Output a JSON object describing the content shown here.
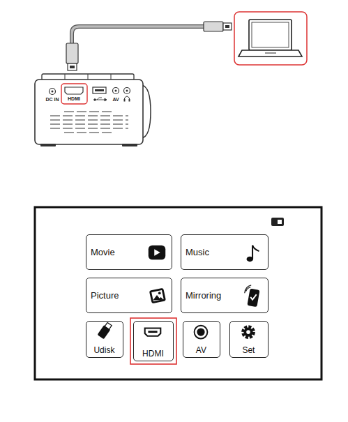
{
  "diagram": {
    "nodes": [
      {
        "text": [
          "Movie"
        ]
      },
      {
        "text": [
          "Music"
        ]
      },
      {
        "text": [
          "Picture"
        ]
      },
      {
        "text": [
          "Mirroring"
        ]
      },
      {
        "text": [
          "Udisk"
        ]
      },
      {
        "text": [
          "HDMI"
        ]
      },
      {
        "text": [
          "AV"
        ]
      },
      {
        "text": [
          "Set"
        ]
      }
    ],
    "labels": [
      "DC IN",
      "HDMI",
      "AV"
    ]
  }
}
